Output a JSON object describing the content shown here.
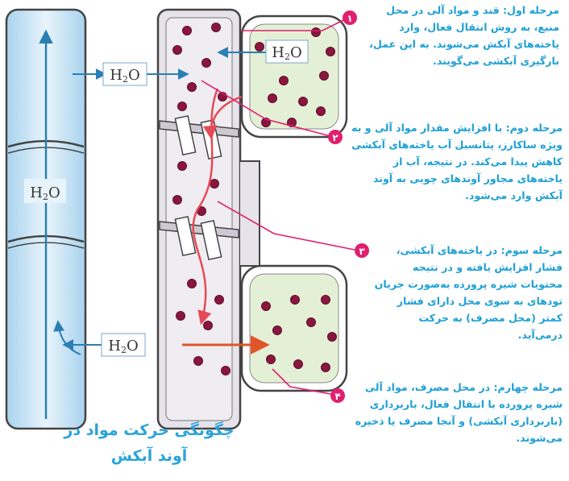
{
  "water_label": "H2O",
  "steps": [
    {
      "number": "۱",
      "text": "مرحله اول: قند و مواد آلی در محل منبع، به روش انتقال فعال، وارد یاخته‌های آبکش می‌شوند. به این عمل، بارگیری آبکشی می‌گویند."
    },
    {
      "number": "۲",
      "text": "مرحله دوم: با افزایش مقدار مواد آلی و به ویژه ساکارز، پتانسیل آب یاخته‌های آبکشی کاهش پیدا می‌کند. در نتیجه، آب از یاخته‌های مجاور آوندهای چوبی به آوند آبکش وارد می‌شود."
    },
    {
      "number": "۳",
      "text": "مرحله سوم: در یاخته‌های آبکشی، فشار افزایش یافته و در نتیجه محتویات شیره پرورده به‌صورت جریان تودهای به سوی محل دارای فشار کمتر (محل مصرف) به حرکت درمی‌آید."
    },
    {
      "number": "۴",
      "text": "مرحله چهارم: در محل مصرف، مواد آلی شیره پرورده با انتقال فعال، باربرداری (باربرداری آبکشی) و آنجا مصرف یا ذخیره می‌شوند."
    }
  ],
  "caption": "چگونگی حرکت مواد در آوند آبکش",
  "colors": {
    "xylem_fill": "#cfe6f5",
    "phloem_fill": "#e6e3ea",
    "cell_fill": "#e4f0d6",
    "dot": "#8a1640",
    "callout": "#e0206e",
    "arrow_blue": "#2a7fb4",
    "arrow_red": "#e64a55",
    "text_blue": "#1ea0d6"
  }
}
